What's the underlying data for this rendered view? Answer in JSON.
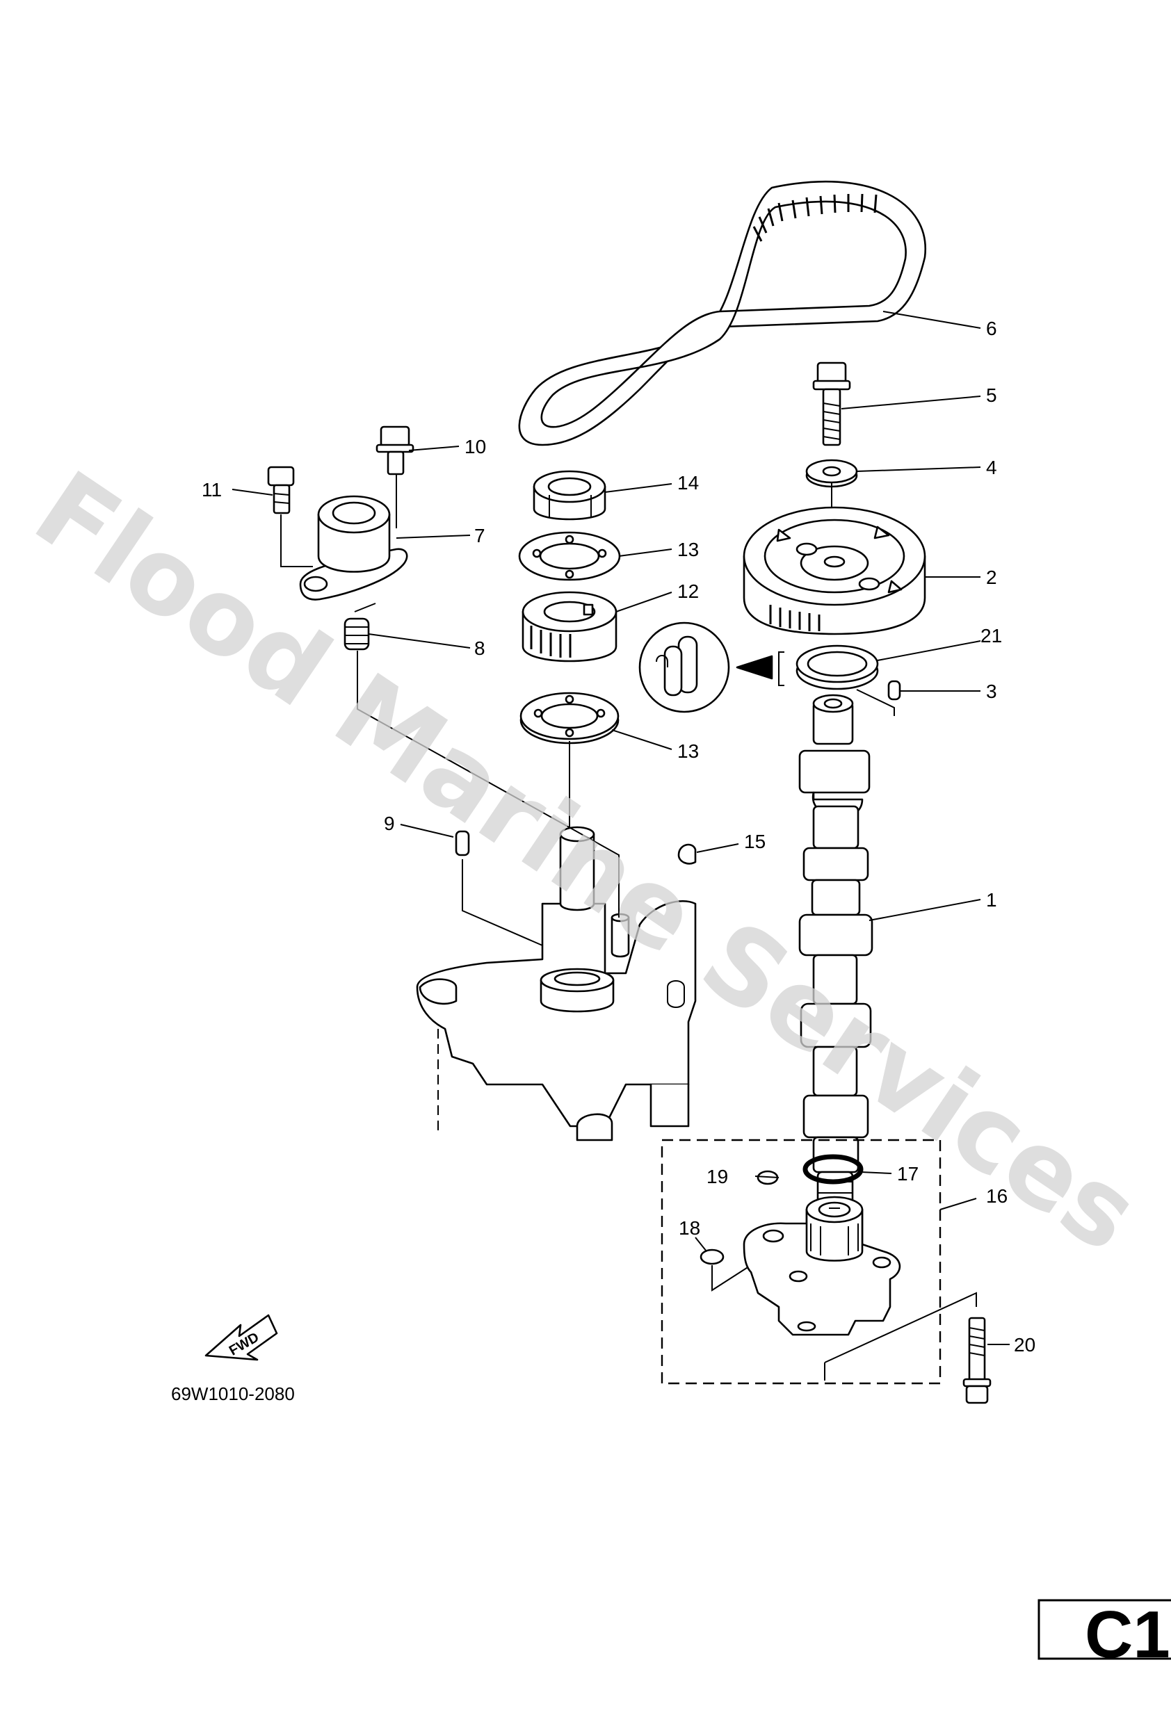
{
  "watermark": "Flood Marine Services",
  "diagram_code": "69W1010-2080",
  "fwd_label": "FWD",
  "section_badge": "C1",
  "callouts": {
    "p1": "1",
    "p2": "2",
    "p3": "3",
    "p4": "4",
    "p5": "5",
    "p6": "6",
    "p7": "7",
    "p8": "8",
    "p9": "9",
    "p10": "10",
    "p11": "11",
    "p12": "12",
    "p13a": "13",
    "p13b": "13",
    "p14": "14",
    "p15": "15",
    "p16": "16",
    "p17": "17",
    "p18": "18",
    "p19": "19",
    "p20": "20",
    "p21": "21"
  }
}
